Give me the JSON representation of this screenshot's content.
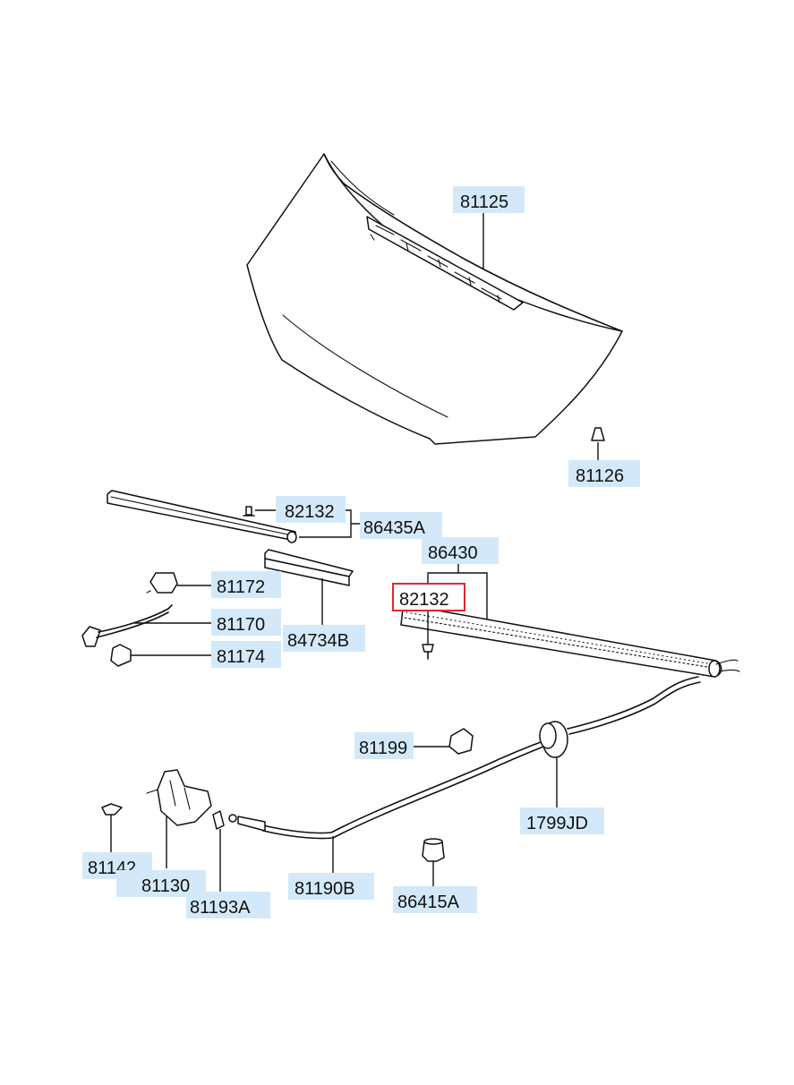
{
  "callouts": {
    "c81125": "81125",
    "c81126": "81126",
    "c82132_upper": "82132",
    "c86435A": "86435A",
    "c86430": "86430",
    "c82132_lower": "82132",
    "c81172": "81172",
    "c81170": "81170",
    "c81174": "81174",
    "c84734B": "84734B",
    "c81199": "81199",
    "c1799JD": "1799JD",
    "c81142": "81142",
    "c81130": "81130",
    "c81193A": "81193A",
    "c81190B": "81190B",
    "c86415A": "86415A"
  },
  "colors": {
    "callout_background": "#d3e9f9",
    "selected_outline": "#e0282e",
    "line": "#111111"
  }
}
